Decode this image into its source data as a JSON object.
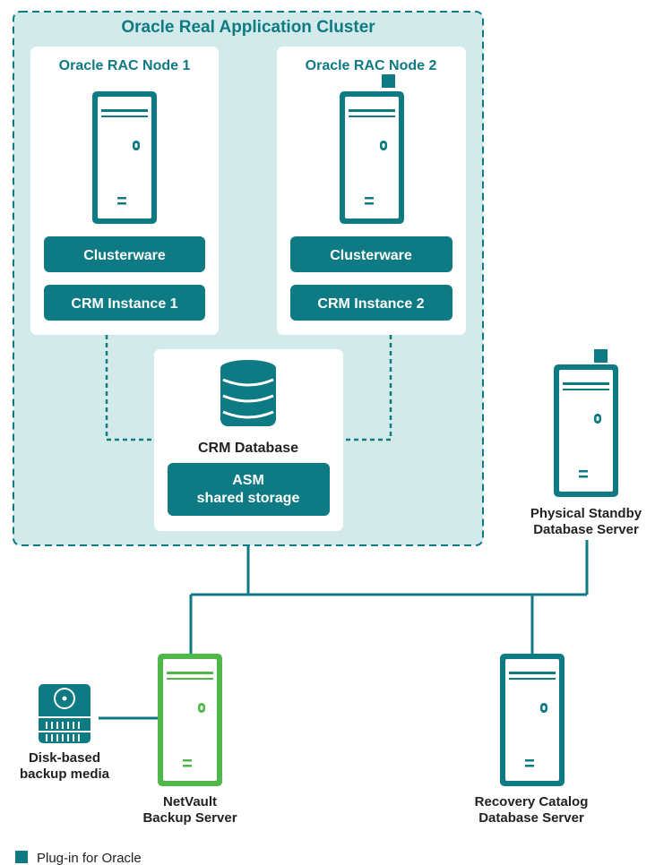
{
  "cluster": {
    "title": "Oracle Real Application Cluster"
  },
  "nodes": [
    {
      "title": "Oracle RAC Node 1",
      "clusterware": "Clusterware",
      "instance": "CRM Instance 1"
    },
    {
      "title": "Oracle RAC Node 2",
      "clusterware": "Clusterware",
      "instance": "CRM Instance 2"
    }
  ],
  "database": {
    "label": "CRM Database",
    "storage_line1": "ASM",
    "storage_line2": "shared storage"
  },
  "standby": {
    "line1": "Physical Standby",
    "line2": "Database Server"
  },
  "netvault": {
    "line1": "NetVault",
    "line2": "Backup Server"
  },
  "disk": {
    "line1": "Disk-based",
    "line2": "backup media"
  },
  "catalog": {
    "line1": "Recovery Catalog",
    "line2": "Database Server"
  },
  "legend": {
    "label": "Plug-in for Oracle"
  },
  "colors": {
    "teal": "#0e7a84",
    "cluster_fill": "#d3eaea",
    "green": "#50b848",
    "text": "#222222"
  }
}
